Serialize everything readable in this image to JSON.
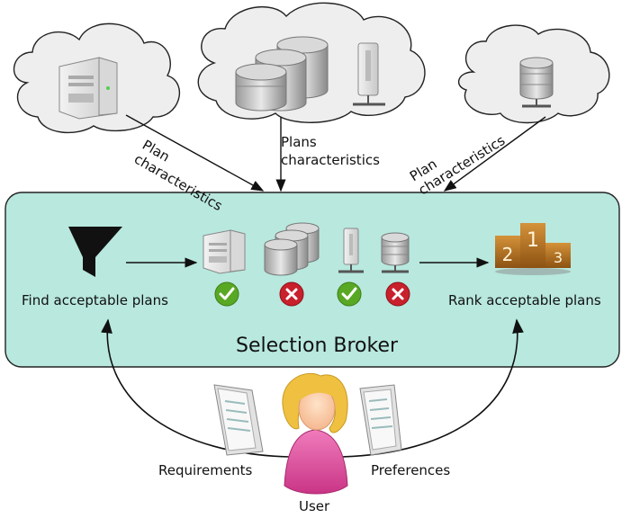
{
  "clouds": {
    "left_label": "Plan characteristics",
    "center_label": "Plans characteristics",
    "right_label": "Plan characteristics"
  },
  "broker": {
    "title": "Selection Broker",
    "find_label": "Find acceptable plans",
    "rank_label": "Rank acceptable plans"
  },
  "podium": {
    "first": "1",
    "second": "2",
    "third": "3"
  },
  "plans": [
    {
      "icon": "server-tower-icon",
      "status": "accepted"
    },
    {
      "icon": "database-stack-icon",
      "status": "rejected"
    },
    {
      "icon": "network-server-icon",
      "status": "accepted"
    },
    {
      "icon": "network-database-icon",
      "status": "rejected"
    }
  ],
  "user": {
    "label": "User",
    "requirements_label": "Requirements",
    "preferences_label": "Preferences"
  },
  "colors": {
    "broker_fill": "#b8e8de",
    "cloud_fill": "#eeeeee",
    "accept": "#58a824",
    "reject": "#c8202c",
    "user_body": "#e457a0",
    "user_hair": "#f0c040",
    "podium": "#b8741a"
  }
}
